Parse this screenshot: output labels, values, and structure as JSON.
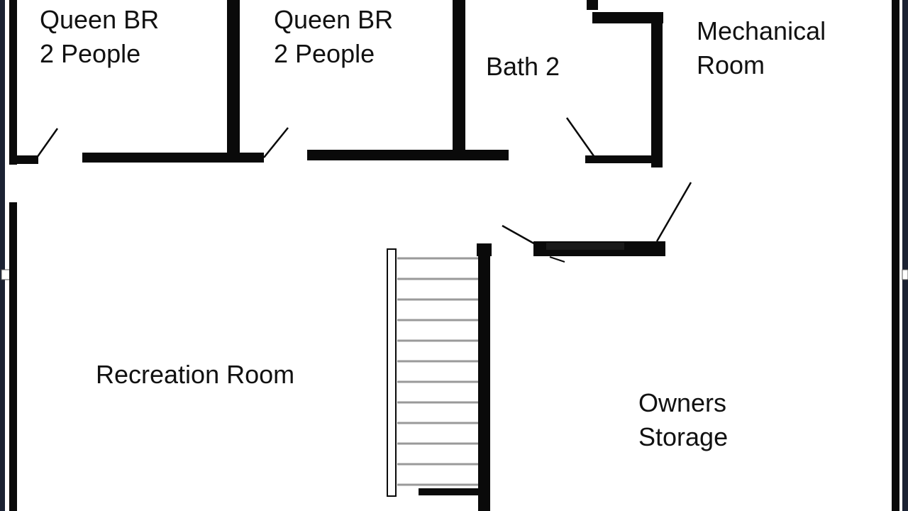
{
  "colors": {
    "wall": "#0a0a0a",
    "frame": "#1b2233",
    "stair_tread": "#9a9a9a",
    "background": "#ffffff"
  },
  "rooms": {
    "queen_br_1": {
      "line1": "Queen BR",
      "line2": "2 People"
    },
    "queen_br_2": {
      "line1": "Queen BR",
      "line2": "2 People"
    },
    "bath_2": {
      "label": "Bath 2"
    },
    "mechanical": {
      "line1": "Mechanical",
      "line2": "Room"
    },
    "recreation": {
      "label": "Recreation Room"
    },
    "owners_storage": {
      "line1": "Owners",
      "line2": "Storage"
    }
  }
}
